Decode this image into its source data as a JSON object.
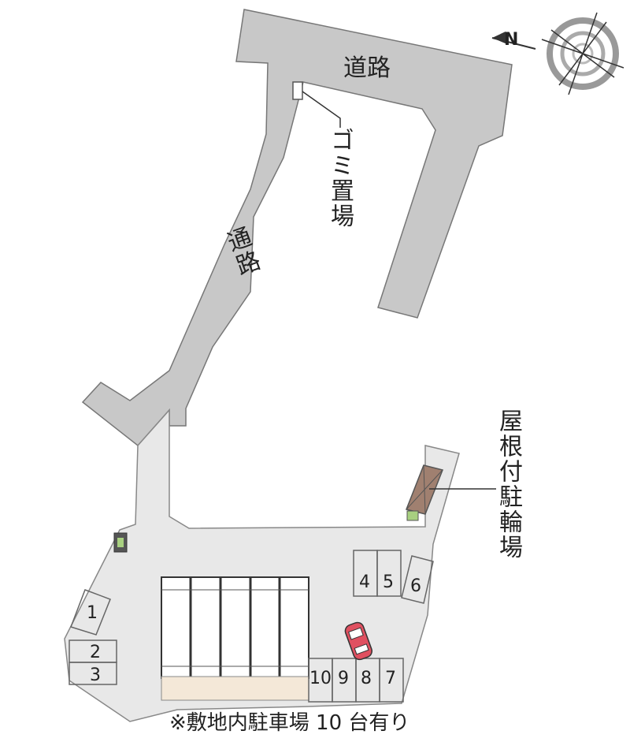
{
  "labels": {
    "road": "道路",
    "passage": "通路",
    "garbage": "ゴミ置場",
    "bike_parking": "屋根付駐輪場",
    "north": "N"
  },
  "parking_spaces": [
    "1",
    "2",
    "3",
    "4",
    "5",
    "6",
    "7",
    "8",
    "9",
    "10"
  ],
  "footnote": "※敷地内駐車場 10 台有り",
  "icons": [
    "compass-icon",
    "car-icon",
    "bicycle-icon"
  ],
  "colors": {
    "road": "#c8c8c8",
    "site": "#e8e8e8",
    "building_yard": "#f4e8d8",
    "bike_shed": "#a08070",
    "car": "#e05060"
  }
}
